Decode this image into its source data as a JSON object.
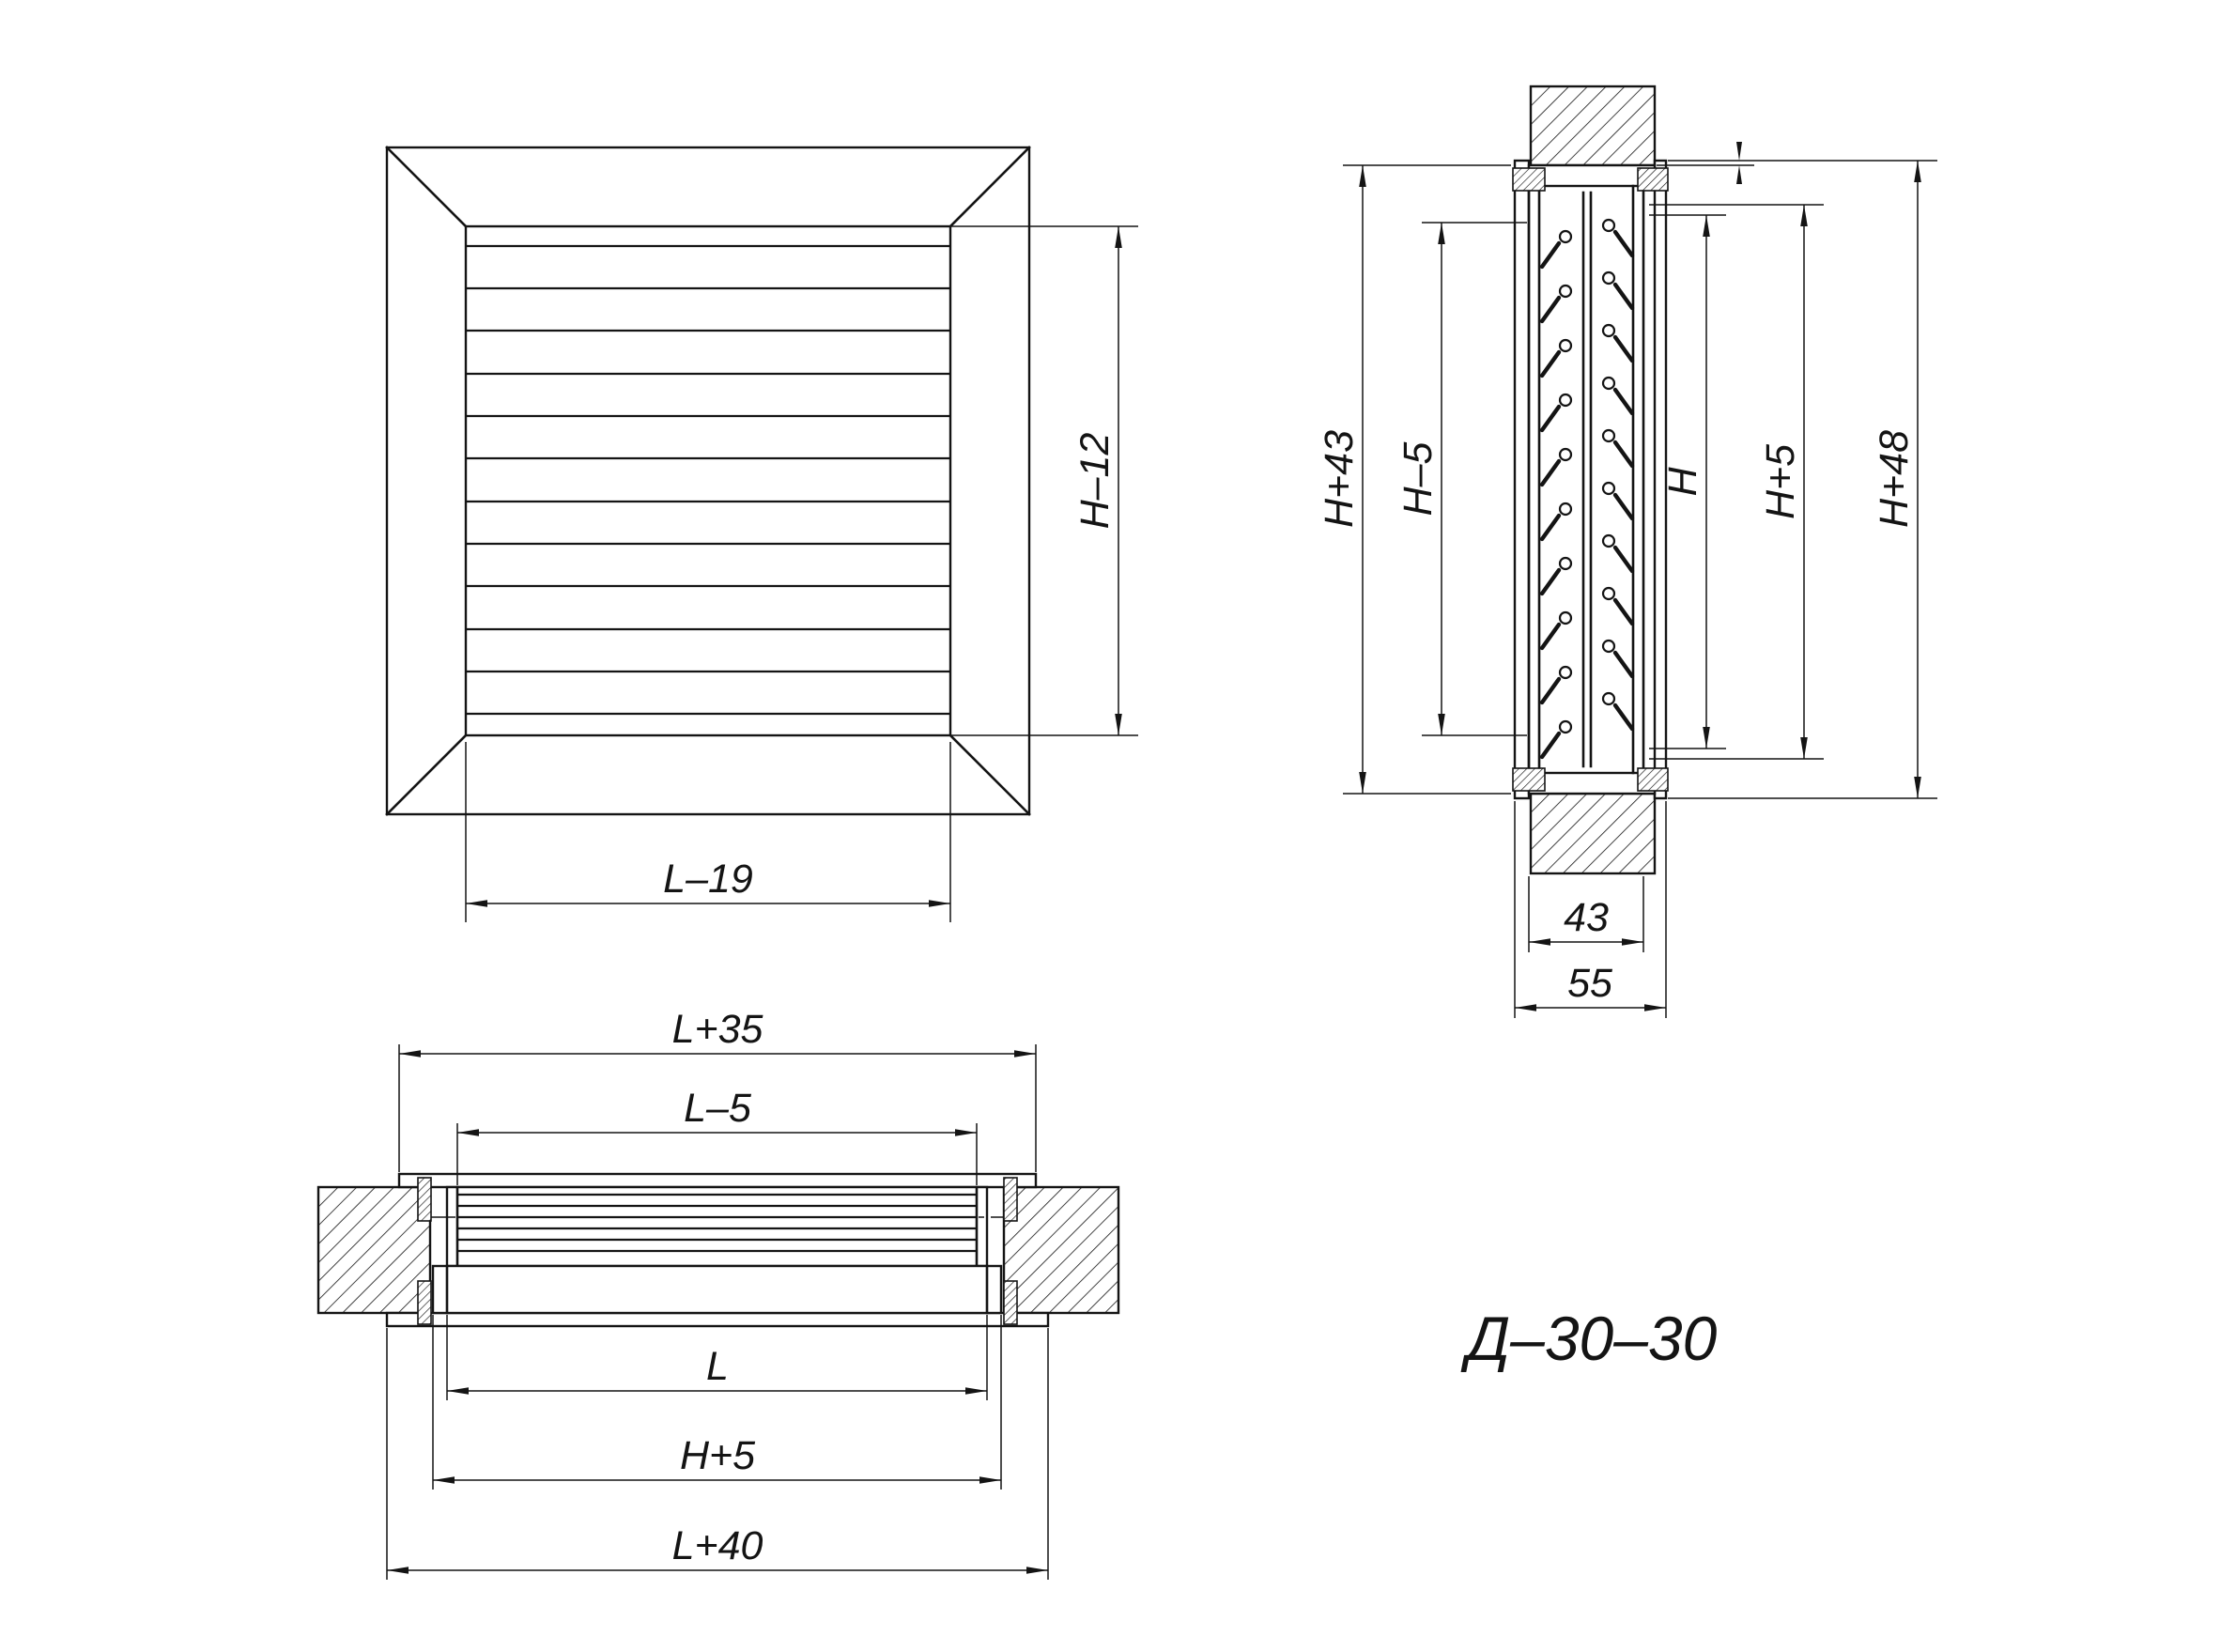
{
  "drawing": {
    "title": "Д–30–30",
    "front_view": {
      "dim_height": "H–12",
      "dim_width": "L–19"
    },
    "section_view": {
      "dim_outer_left": "H+43",
      "dim_inner_left": "H–5",
      "dim_h": "H",
      "dim_h_plus_5": "H+5",
      "dim_outer_right": "H+48",
      "dim_depth_inner": "43",
      "dim_depth_outer": "55"
    },
    "plan_view": {
      "dim_top_outer": "L+35",
      "dim_top_inner": "L–5",
      "dim_body": "L",
      "dim_frame": "H+5",
      "dim_bottom_outer": "L+40"
    }
  },
  "colors": {
    "line": "#141414",
    "background": "#ffffff"
  }
}
